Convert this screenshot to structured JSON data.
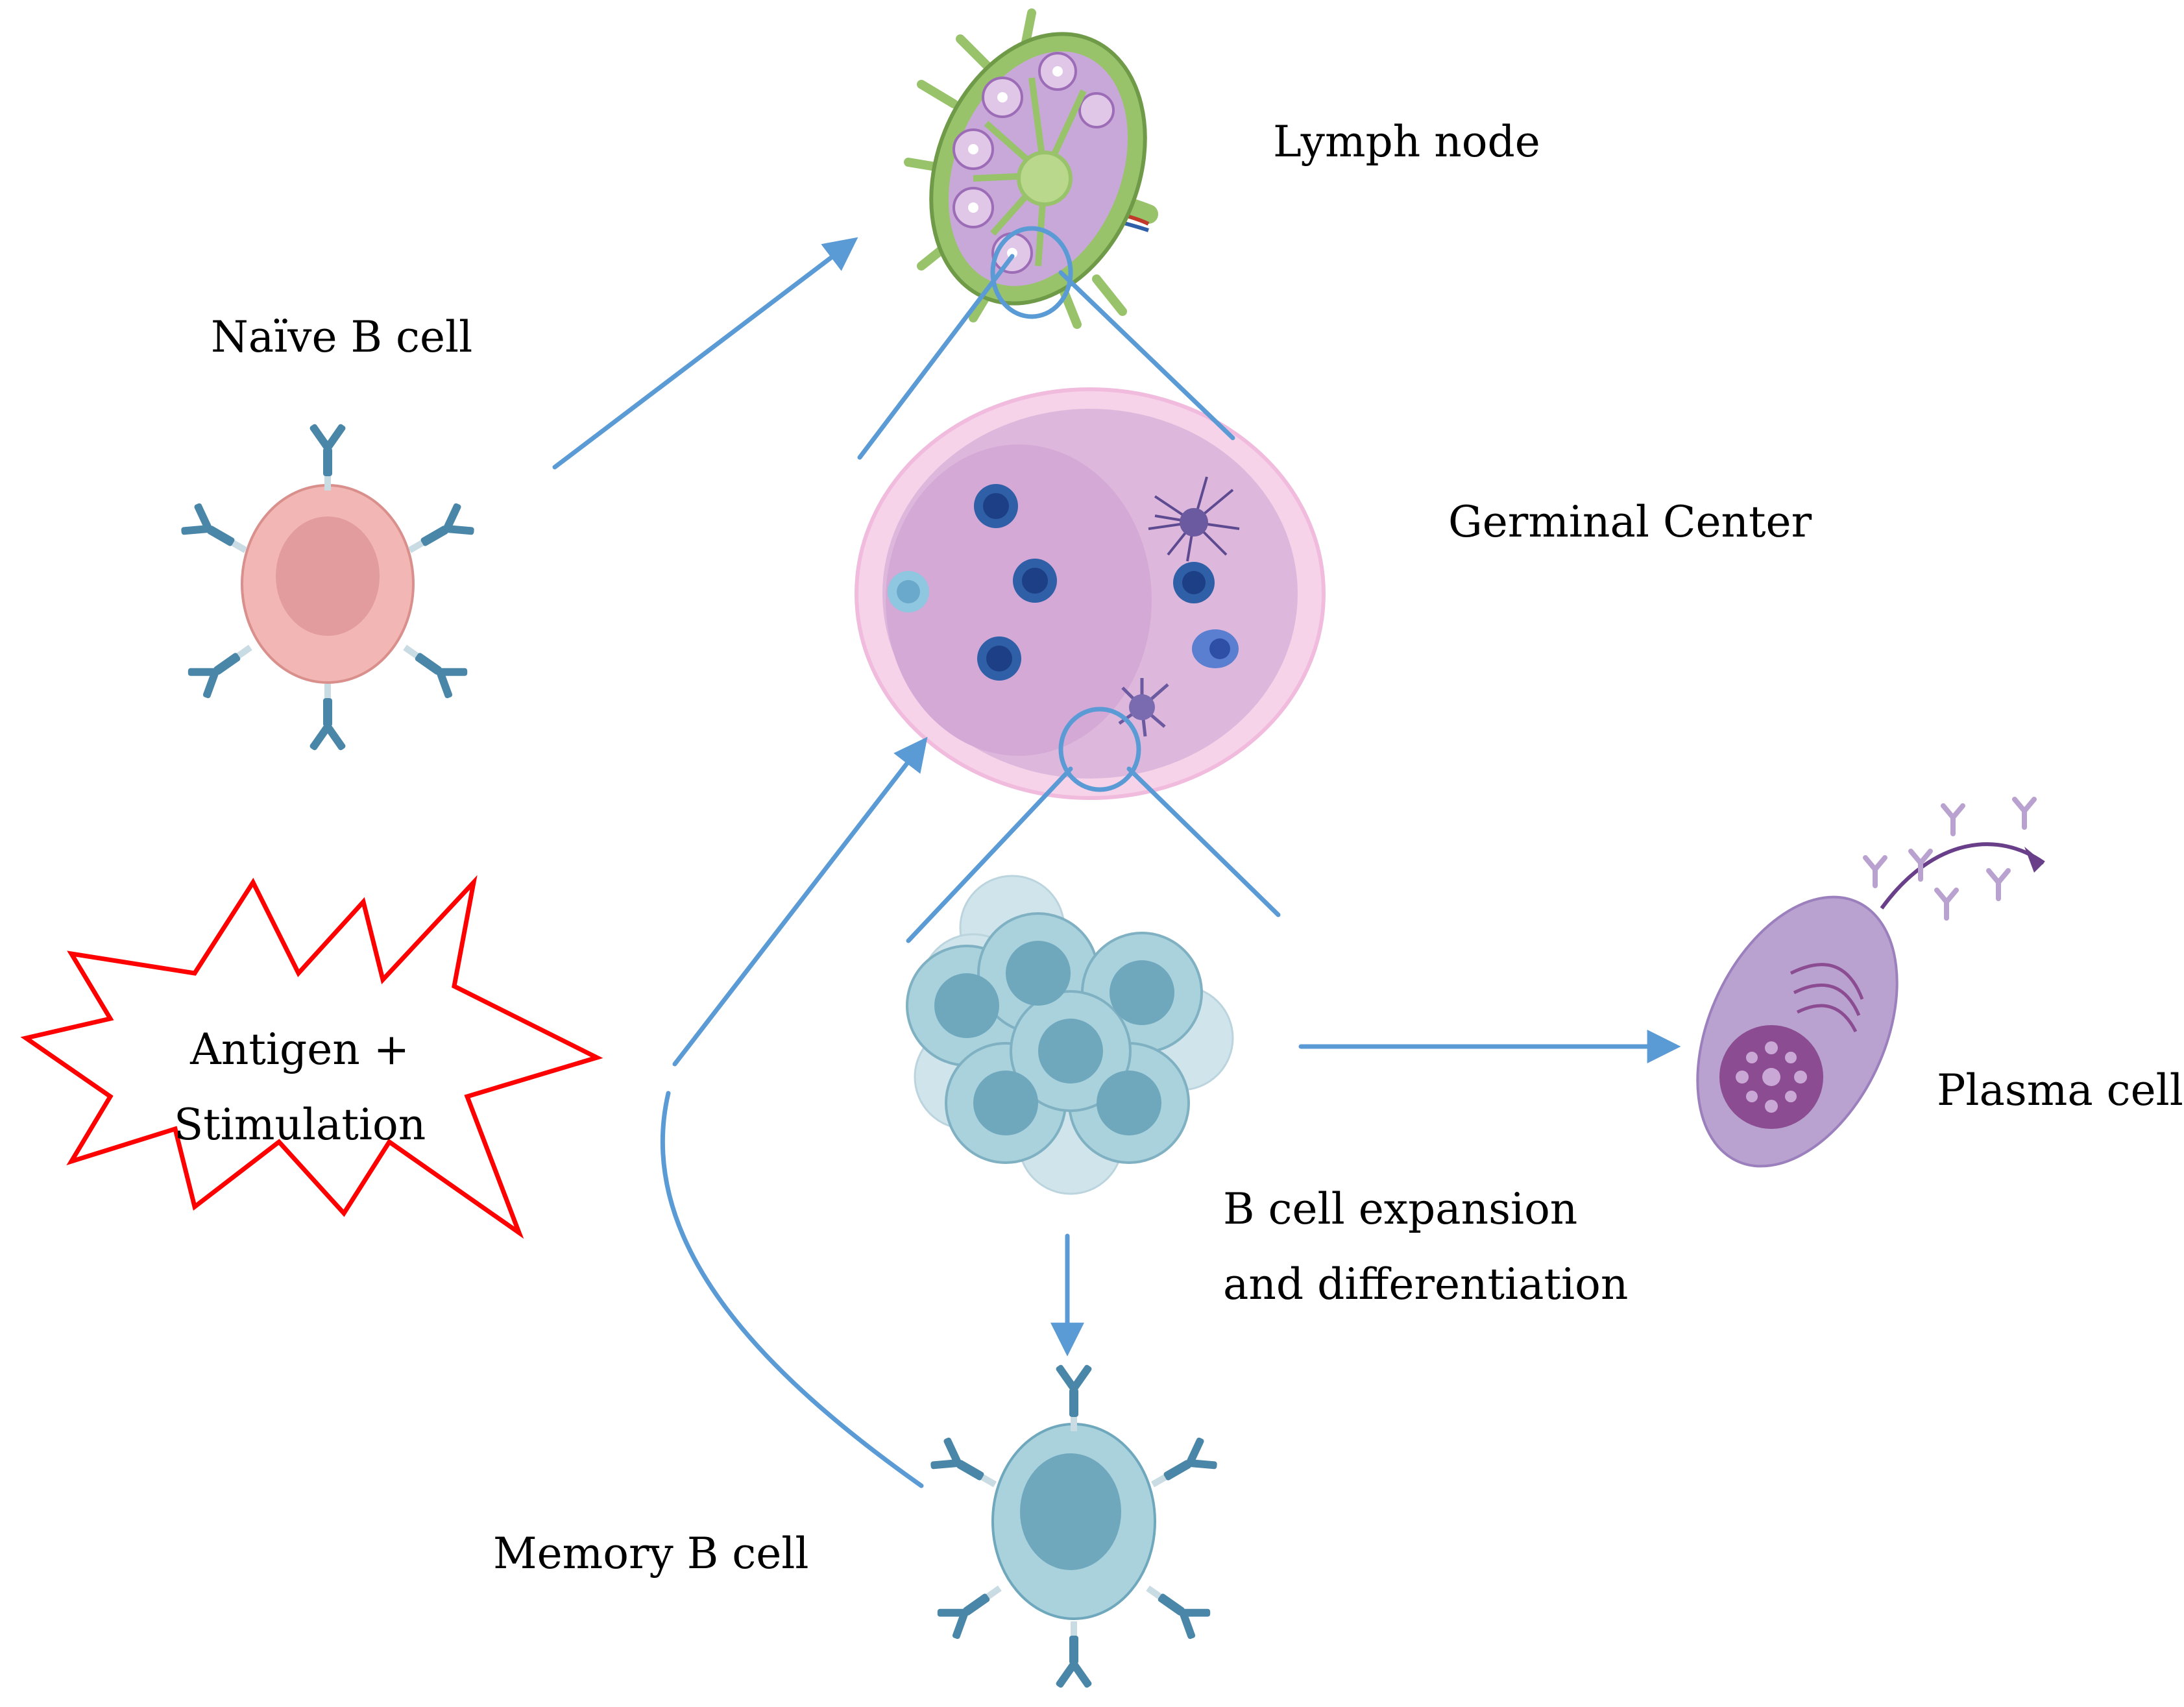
{
  "labels": {
    "lymph_node": "Lymph node",
    "naive_b_cell": "Naïve B cell",
    "germinal_center": "Germinal Center",
    "antigen_line1": "Antigen +",
    "antigen_line2": "Stimulation",
    "b_cell_expansion_line1": "B cell expansion",
    "b_cell_expansion_line2": "and differentiation",
    "plasma_cell": "Plasma cell",
    "memory_b_cell": "Memory B cell"
  },
  "colors": {
    "arrow": "#5b9bd5",
    "burst_outline": "#ff0000",
    "naive_cell": "#f2b7b4",
    "naive_nucleus": "#e39c9d",
    "germinal_outer": "#f7d3ea",
    "germinal_inner": "#ddb8dc",
    "cluster_cell": "#a9d2dd",
    "cluster_nucleus": "#6fa8bd",
    "plasma_cell": "#b9a2cf",
    "plasma_nucleus": "#8b4c92",
    "antibody": "#4a86a8",
    "lymph_green": "#98c36b"
  }
}
